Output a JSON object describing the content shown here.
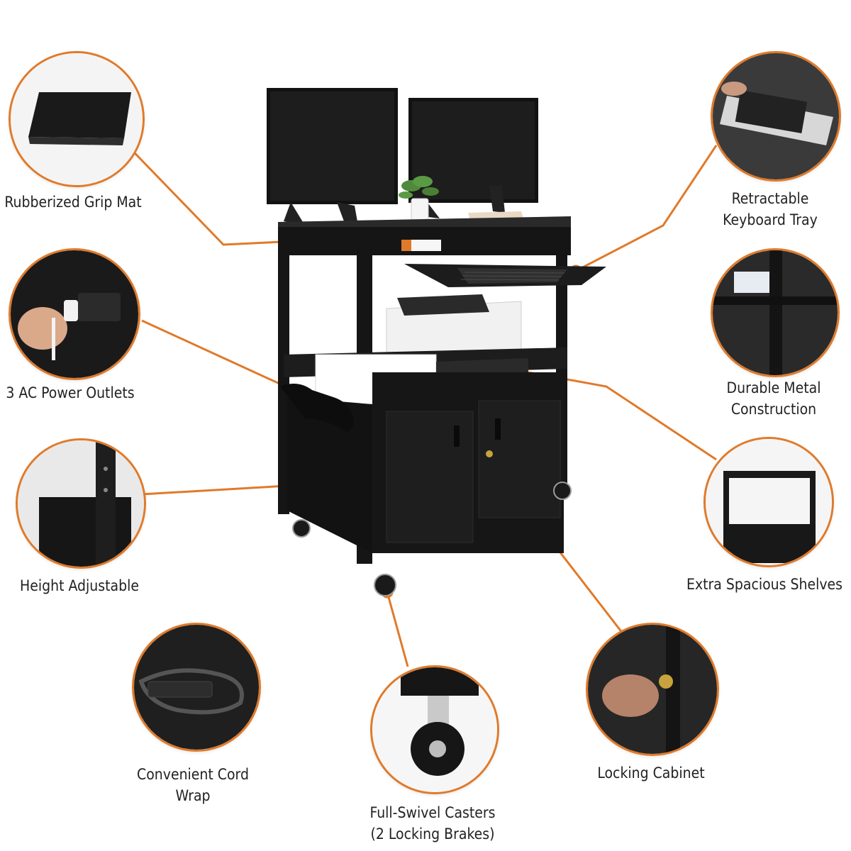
{
  "brand_color": "#e07a2a",
  "features": {
    "grip_mat": "Rubberized Grip Mat",
    "power": "3 AC Power Outlets",
    "height": "Height Adjustable",
    "cord_wrap_line1": "Convenient Cord",
    "cord_wrap_line2": "Wrap",
    "casters_line1": "Full-Swivel Casters",
    "casters_line2": "(2 Locking Brakes)",
    "locking": "Locking Cabinet",
    "shelves": "Extra Spacious Shelves",
    "metal_line1": "Durable Metal",
    "metal_line2": "Construction",
    "keyboard_line1": "Retractable",
    "keyboard_line2": "Keyboard Tray"
  }
}
